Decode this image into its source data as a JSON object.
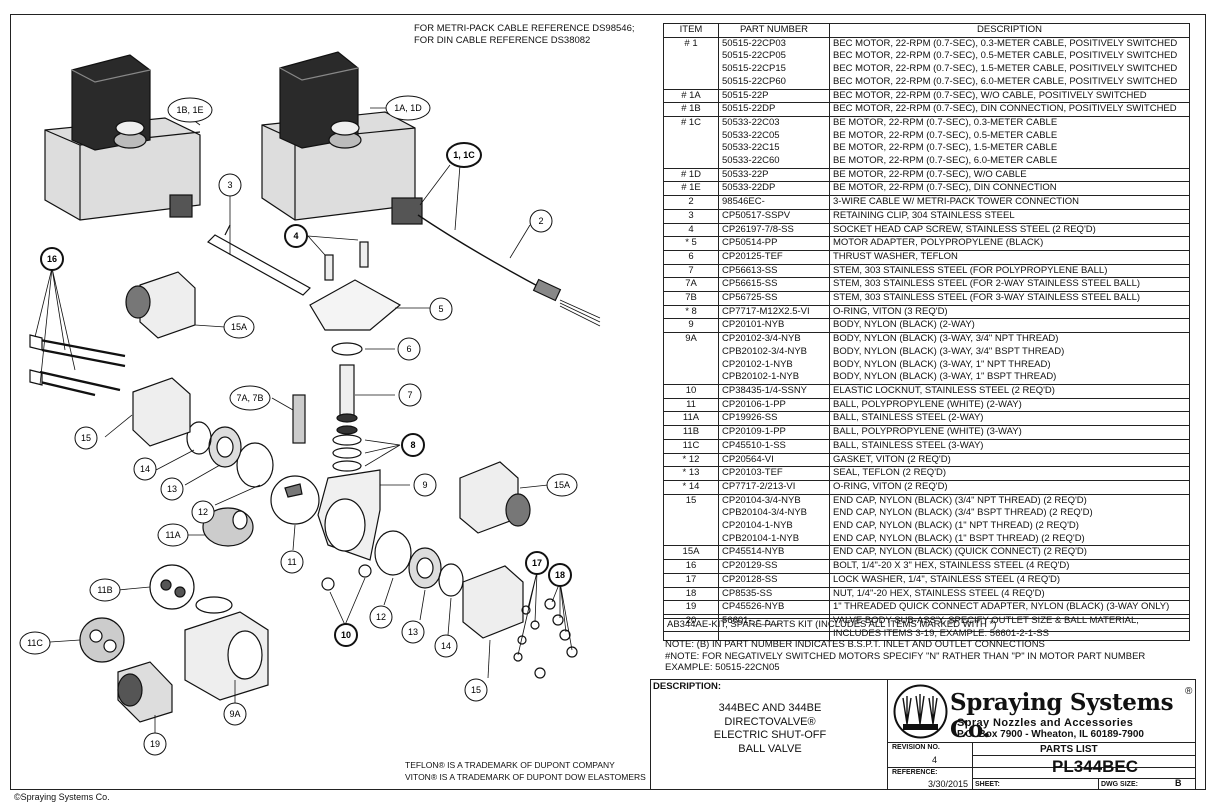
{
  "header_note": [
    "FOR METRI-PACK CABLE REFERENCE DS98546;",
    "FOR DIN CABLE REFERENCE DS38082"
  ],
  "table_headers": {
    "item": "ITEM",
    "part_number": "PART NUMBER",
    "description": "DESCRIPTION"
  },
  "parts": [
    {
      "item": "# 1",
      "rows": [
        [
          "50515-22CP03",
          "BEC MOTOR, 22-RPM (0.7-SEC), 0.3-METER CABLE, POSITIVELY SWITCHED"
        ],
        [
          "50515-22CP05",
          "BEC MOTOR, 22-RPM (0.7-SEC), 0.5-METER CABLE, POSITIVELY SWITCHED"
        ],
        [
          "50515-22CP15",
          "BEC MOTOR, 22-RPM (0.7-SEC), 1.5-METER CABLE, POSITIVELY SWITCHED"
        ],
        [
          "50515-22CP60",
          "BEC MOTOR, 22-RPM (0.7-SEC), 6.0-METER CABLE, POSITIVELY SWITCHED"
        ]
      ]
    },
    {
      "item": "# 1A",
      "rows": [
        [
          "50515-22P",
          "BEC MOTOR, 22-RPM (0.7-SEC), W/O CABLE, POSITIVELY SWITCHED"
        ]
      ]
    },
    {
      "item": "# 1B",
      "rows": [
        [
          "50515-22DP",
          "BEC MOTOR, 22-RPM (0.7-SEC), DIN CONNECTION, POSITIVELY SWITCHED"
        ]
      ]
    },
    {
      "item": "# 1C",
      "rows": [
        [
          "50533-22C03",
          "BE MOTOR, 22-RPM (0.7-SEC), 0.3-METER CABLE"
        ],
        [
          "50533-22C05",
          "BE MOTOR, 22-RPM (0.7-SEC), 0.5-METER CABLE"
        ],
        [
          "50533-22C15",
          "BE MOTOR, 22-RPM (0.7-SEC), 1.5-METER CABLE"
        ],
        [
          "50533-22C60",
          "BE MOTOR, 22-RPM (0.7-SEC), 6.0-METER CABLE"
        ]
      ]
    },
    {
      "item": "# 1D",
      "rows": [
        [
          "50533-22P",
          "BE MOTOR, 22-RPM (0.7-SEC), W/O CABLE"
        ]
      ]
    },
    {
      "item": "# 1E",
      "rows": [
        [
          "50533-22DP",
          "BE MOTOR, 22-RPM (0.7-SEC), DIN CONNECTION"
        ]
      ]
    },
    {
      "item": "2",
      "rows": [
        [
          "98546EC-",
          "3-WIRE CABLE W/ METRI-PACK TOWER CONNECTION"
        ]
      ]
    },
    {
      "item": "3",
      "rows": [
        [
          "CP50517-SSPV",
          "RETAINING CLIP, 304 STAINLESS STEEL"
        ]
      ]
    },
    {
      "item": "4",
      "rows": [
        [
          "CP26197-7/8-SS",
          "SOCKET HEAD CAP SCREW, STAINLESS STEEL (2 REQ'D)"
        ]
      ]
    },
    {
      "item": "* 5",
      "rows": [
        [
          "CP50514-PP",
          "MOTOR ADAPTER, POLYPROPYLENE (BLACK)"
        ]
      ]
    },
    {
      "item": "6",
      "rows": [
        [
          "CP20125-TEF",
          "THRUST WASHER, TEFLON"
        ]
      ]
    },
    {
      "item": "7",
      "rows": [
        [
          "CP56613-SS",
          "STEM, 303 STAINLESS STEEL (FOR POLYPROPYLENE BALL)"
        ]
      ]
    },
    {
      "item": "7A",
      "rows": [
        [
          "CP56615-SS",
          "STEM, 303 STAINLESS STEEL (FOR 2-WAY STAINLESS STEEL BALL)"
        ]
      ]
    },
    {
      "item": "7B",
      "rows": [
        [
          "CP56725-SS",
          "STEM, 303 STAINLESS STEEL (FOR 3-WAY STAINLESS STEEL BALL)"
        ]
      ]
    },
    {
      "item": "* 8",
      "rows": [
        [
          "CP7717-M12X2.5-VI",
          "O-RING, VITON (3 REQ'D)"
        ]
      ]
    },
    {
      "item": "9",
      "rows": [
        [
          "CP20101-NYB",
          "BODY, NYLON (BLACK) (2-WAY)"
        ]
      ]
    },
    {
      "item": "9A",
      "rows": [
        [
          "CP20102-3/4-NYB",
          "BODY, NYLON (BLACK) (3-WAY, 3/4\" NPT THREAD)"
        ],
        [
          "CPB20102-3/4-NYB",
          "BODY, NYLON (BLACK) (3-WAY, 3/4\" BSPT THREAD)"
        ],
        [
          "CP20102-1-NYB",
          "BODY, NYLON (BLACK) (3-WAY, 1\" NPT THREAD)"
        ],
        [
          "CPB20102-1-NYB",
          "BODY, NYLON (BLACK) (3-WAY, 1\" BSPT THREAD)"
        ]
      ]
    },
    {
      "item": "10",
      "rows": [
        [
          "CP38435-1/4-SSNY",
          "ELASTIC LOCKNUT, STAINLESS STEEL (2 REQ'D)"
        ]
      ]
    },
    {
      "item": "11",
      "rows": [
        [
          "CP20106-1-PP",
          "BALL, POLYPROPYLENE (WHITE) (2-WAY)"
        ]
      ]
    },
    {
      "item": "11A",
      "rows": [
        [
          "CP19926-SS",
          "BALL, STAINLESS STEEL (2-WAY)"
        ]
      ]
    },
    {
      "item": "11B",
      "rows": [
        [
          "CP20109-1-PP",
          "BALL, POLYPROPYLENE (WHITE) (3-WAY)"
        ]
      ]
    },
    {
      "item": "11C",
      "rows": [
        [
          "CP45510-1-SS",
          "BALL, STAINLESS STEEL (3-WAY)"
        ]
      ]
    },
    {
      "item": "* 12",
      "rows": [
        [
          "CP20564-VI",
          "GASKET, VITON (2 REQ'D)"
        ]
      ]
    },
    {
      "item": "* 13",
      "rows": [
        [
          "CP20103-TEF",
          "SEAL, TEFLON (2 REQ'D)"
        ]
      ]
    },
    {
      "item": "* 14",
      "rows": [
        [
          "CP7717-2/213-VI",
          "O-RING, VITON (2 REQ'D)"
        ]
      ]
    },
    {
      "item": "15",
      "rows": [
        [
          "CP20104-3/4-NYB",
          "END CAP, NYLON (BLACK) (3/4\" NPT THREAD) (2 REQ'D)"
        ],
        [
          "CPB20104-3/4-NYB",
          "END CAP, NYLON (BLACK) (3/4\" BSPT THREAD) (2 REQ'D)"
        ],
        [
          "CP20104-1-NYB",
          "END CAP, NYLON (BLACK) (1\" NPT THREAD) (2 REQ'D)"
        ],
        [
          "CPB20104-1-NYB",
          "END CAP, NYLON (BLACK) (1\" BSPT THREAD) (2 REQ'D)"
        ]
      ]
    },
    {
      "item": "15A",
      "rows": [
        [
          "CP45514-NYB",
          "END CAP, NYLON (BLACK) (QUICK CONNECT) (2 REQ'D)"
        ]
      ]
    },
    {
      "item": "16",
      "rows": [
        [
          "CP20129-SS",
          "BOLT, 1/4\"-20 X 3\" HEX, STAINLESS STEEL (4 REQ'D)"
        ]
      ]
    },
    {
      "item": "17",
      "rows": [
        [
          "CP20128-SS",
          "LOCK WASHER, 1/4\", STAINLESS STEEL (4 REQ'D)"
        ]
      ]
    },
    {
      "item": "18",
      "rows": [
        [
          "CP8535-SS",
          "NUT, 1/4\"-20 HEX, STAINLESS STEEL (4 REQ'D)"
        ]
      ]
    },
    {
      "item": "19",
      "rows": [
        [
          "CP45526-NYB",
          "1\" THREADED QUICK CONNECT ADAPTER, NYLON (BLACK) (3-WAY ONLY)"
        ]
      ]
    },
    {
      "item": "20",
      "rows": [
        [
          "56601-_-_-__",
          "VALVE BODY SUB-ASS'Y, SPECIFY OUTLET SIZE & BALL MATERIAL,"
        ],
        [
          "",
          "INCLUDES ITEMS 3-19; EXAMPLE: 56601-2-1-SS"
        ]
      ]
    }
  ],
  "kit_row": "AB344AE-KIT, SPARE PARTS KIT (INCLUDES ALL ITEMS MARKED WITH *)",
  "notes": [
    "NOTE: (B) IN PART NUMBER INDICATES B.S.P.T. INLET AND OUTLET CONNECTIONS",
    "#NOTE: FOR NEGATIVELY SWITCHED MOTORS SPECIFY \"N\" RATHER THAN \"P\" IN MOTOR PART NUMBER",
    "EXAMPLE: 50515-22CN05"
  ],
  "title_block": {
    "description_label": "DESCRIPTION:",
    "description_lines": [
      "344BEC AND 344BE",
      "DIRECTOVALVE®",
      "ELECTRIC SHUT-OFF",
      "BALL VALVE"
    ],
    "company": "Spraying Systems Co.",
    "registered": "®",
    "tagline": "Spray Nozzles and Accessories",
    "address": "P.O. Box 7900 - Wheaton, IL 60189-7900",
    "revision_label": "REVISION NO.",
    "revision": "4",
    "parts_list_label": "PARTS LIST",
    "parts_list_no": "PL344BEC",
    "reference_label": "REFERENCE:",
    "reference_date": "3/30/2015",
    "sheet_label": "SHEET:",
    "dwg_size_label": "DWG SIZE:",
    "dwg_size": "B"
  },
  "trademarks": [
    "TEFLON® IS A TRADEMARK OF DUPONT COMPANY",
    "VITON® IS A TRADEMARK OF DUPONT DOW ELASTOMERS"
  ],
  "copyright": "©Spraying Systems Co.",
  "callouts": [
    "1B, 1E",
    "1A, 1D",
    "1, 1C",
    "2",
    "3",
    "4",
    "5",
    "6",
    "7",
    "7A, 7B",
    "8",
    "9",
    "10",
    "11",
    "11A",
    "11B",
    "11C",
    "12",
    "13",
    "14",
    "15",
    "15A",
    "16",
    "17",
    "18",
    "19",
    "9A"
  ]
}
